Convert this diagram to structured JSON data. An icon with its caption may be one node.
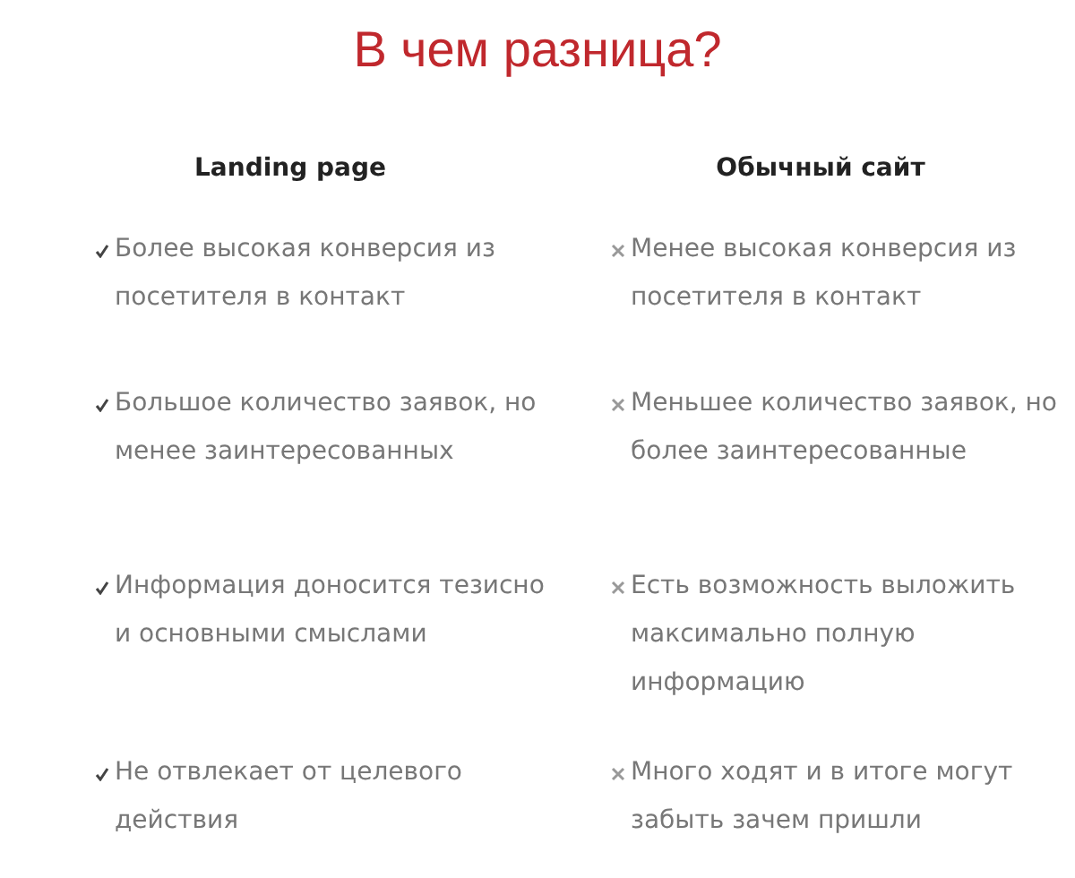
{
  "diagram": {
    "title": "В чем разница?",
    "labels": [
      "Landing page",
      "Обычный сайт",
      "Более высокая конверсия из посетителя в контакт",
      "Менее высокая конверсия из посетителя в контакт",
      "Большое количество заявок, но менее заинтересованных",
      "Меньшее количество заявок, но более заинтересованные",
      "Информация доносится тезисно и основными смыслами",
      "Есть возможность выложить максимально полную информацию",
      "Не отвлекает от целевого действия",
      "Много ходят и в итоге могут забыть зачем пришли"
    ]
  }
}
